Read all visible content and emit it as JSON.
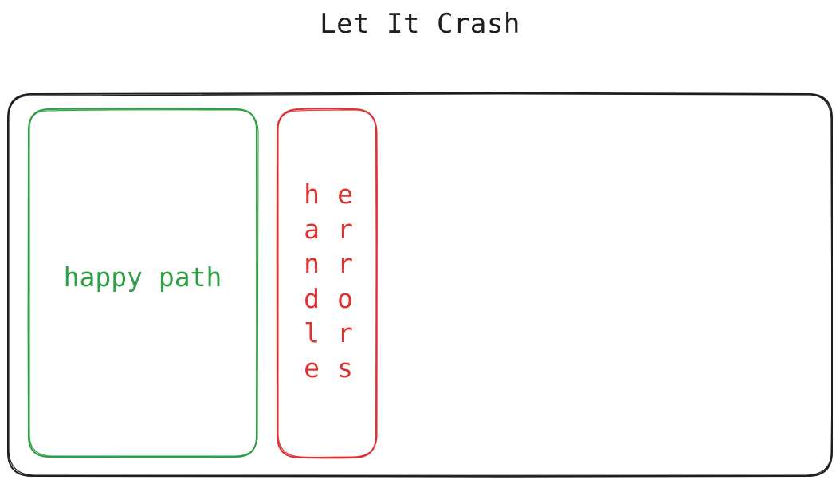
{
  "title": "Let It Crash",
  "happy_path": {
    "label": "happy path",
    "color": "#2f9e44"
  },
  "error_handling": {
    "word1": "handle",
    "word2": "errors",
    "color": "#e03131"
  },
  "outer_stroke_color": "#1e1e1e"
}
